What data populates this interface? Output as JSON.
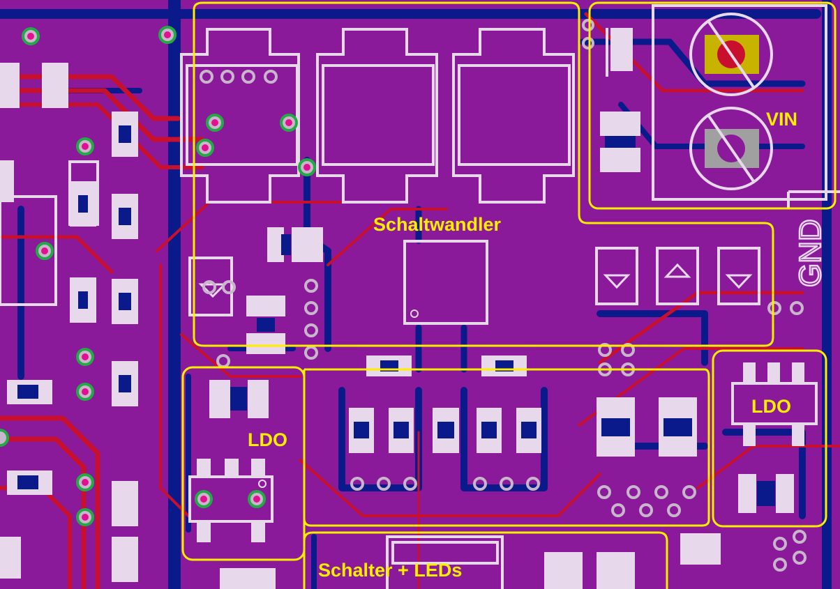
{
  "view": {
    "title": "PCB layout view",
    "colors": {
      "substrate": "#8a1a9a",
      "top_copper_trace": "#c8102e",
      "bottom_copper_trace": "#0a1a8a",
      "silkscreen": "#e8d8ec",
      "section_outline": "#ffee00",
      "via_ring": "#22aa44",
      "via_hole": "#e01090",
      "pad_drill": "#c9b6cc",
      "terminal_pad": "#c8b400"
    }
  },
  "sections": {
    "schaltwandler": {
      "label": "Schaltwandler"
    },
    "vin": {
      "label": "VIN"
    },
    "gnd": {
      "label": "GND"
    },
    "ldo_left": {
      "label": "LDO"
    },
    "ldo_right": {
      "label": "LDO"
    },
    "schalter_leds": {
      "label": "Schalter + LEDs"
    }
  }
}
